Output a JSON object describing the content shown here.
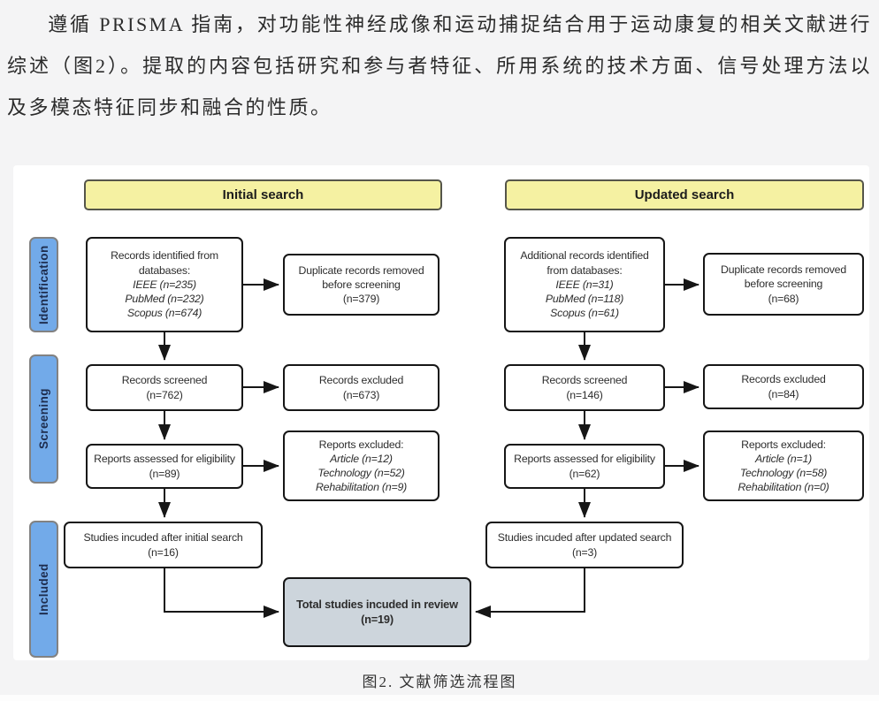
{
  "paragraph": "遵循 PRISMA 指南，对功能性神经成像和运动捕捉结合用于运动康复的相关文献进行综述（图2）。提取的内容包括研究和参与者特征、所用系统的技术方面、信号处理方法以及多模态特征同步和融合的性质。",
  "caption": "图2. 文献筛选流程图",
  "colors": {
    "page_bg": "#f4f4f5",
    "panel_bg": "#ffffff",
    "header_bg": "#f5f1a2",
    "stage_bg": "#72aae9",
    "total_bg": "#cdd5dc",
    "box_border": "#161616"
  },
  "headers": {
    "initial": "Initial search",
    "updated": "Updated search"
  },
  "stages": {
    "identification": "Identification",
    "screening": "Screening",
    "included": "Included"
  },
  "flow": {
    "initial": {
      "identified_title": "Records identified from databases:",
      "identified_items": [
        "IEEE (n=235)",
        "PubMed (n=232)",
        "Scopus (n=674)"
      ],
      "duplicates_text": "Duplicate records removed before screening",
      "duplicates_n": "(n=379)",
      "screened_text": "Records screened",
      "screened_n": "(n=762)",
      "excluded_text": "Records excluded",
      "excluded_n": "(n=673)",
      "eligibility_text": "Reports assessed for eligibility",
      "eligibility_n": "(n=89)",
      "reports_excluded_title": "Reports excluded:",
      "reports_excluded_items": [
        "Article (n=12)",
        "Technology (n=52)",
        "Rehabilitation (n=9)"
      ],
      "included_text": "Studies incuded after initial search",
      "included_n": "(n=16)"
    },
    "updated": {
      "identified_title": "Additional records identified from databases:",
      "identified_items": [
        "IEEE (n=31)",
        "PubMed (n=118)",
        "Scopus (n=61)"
      ],
      "duplicates_text": "Duplicate records removed before screening",
      "duplicates_n": "(n=68)",
      "screened_text": "Records screened",
      "screened_n": "(n=146)",
      "excluded_text": "Records excluded",
      "excluded_n": "(n=84)",
      "eligibility_text": "Reports assessed for eligibility",
      "eligibility_n": "(n=62)",
      "reports_excluded_title": "Reports excluded:",
      "reports_excluded_items": [
        "Article (n=1)",
        "Technology (n=58)",
        "Rehabilitation (n=0)"
      ],
      "included_text": "Studies incuded after updated search",
      "included_n": "(n=3)"
    },
    "total_text": "Total studies incuded in review",
    "total_n": "(n=19)"
  }
}
